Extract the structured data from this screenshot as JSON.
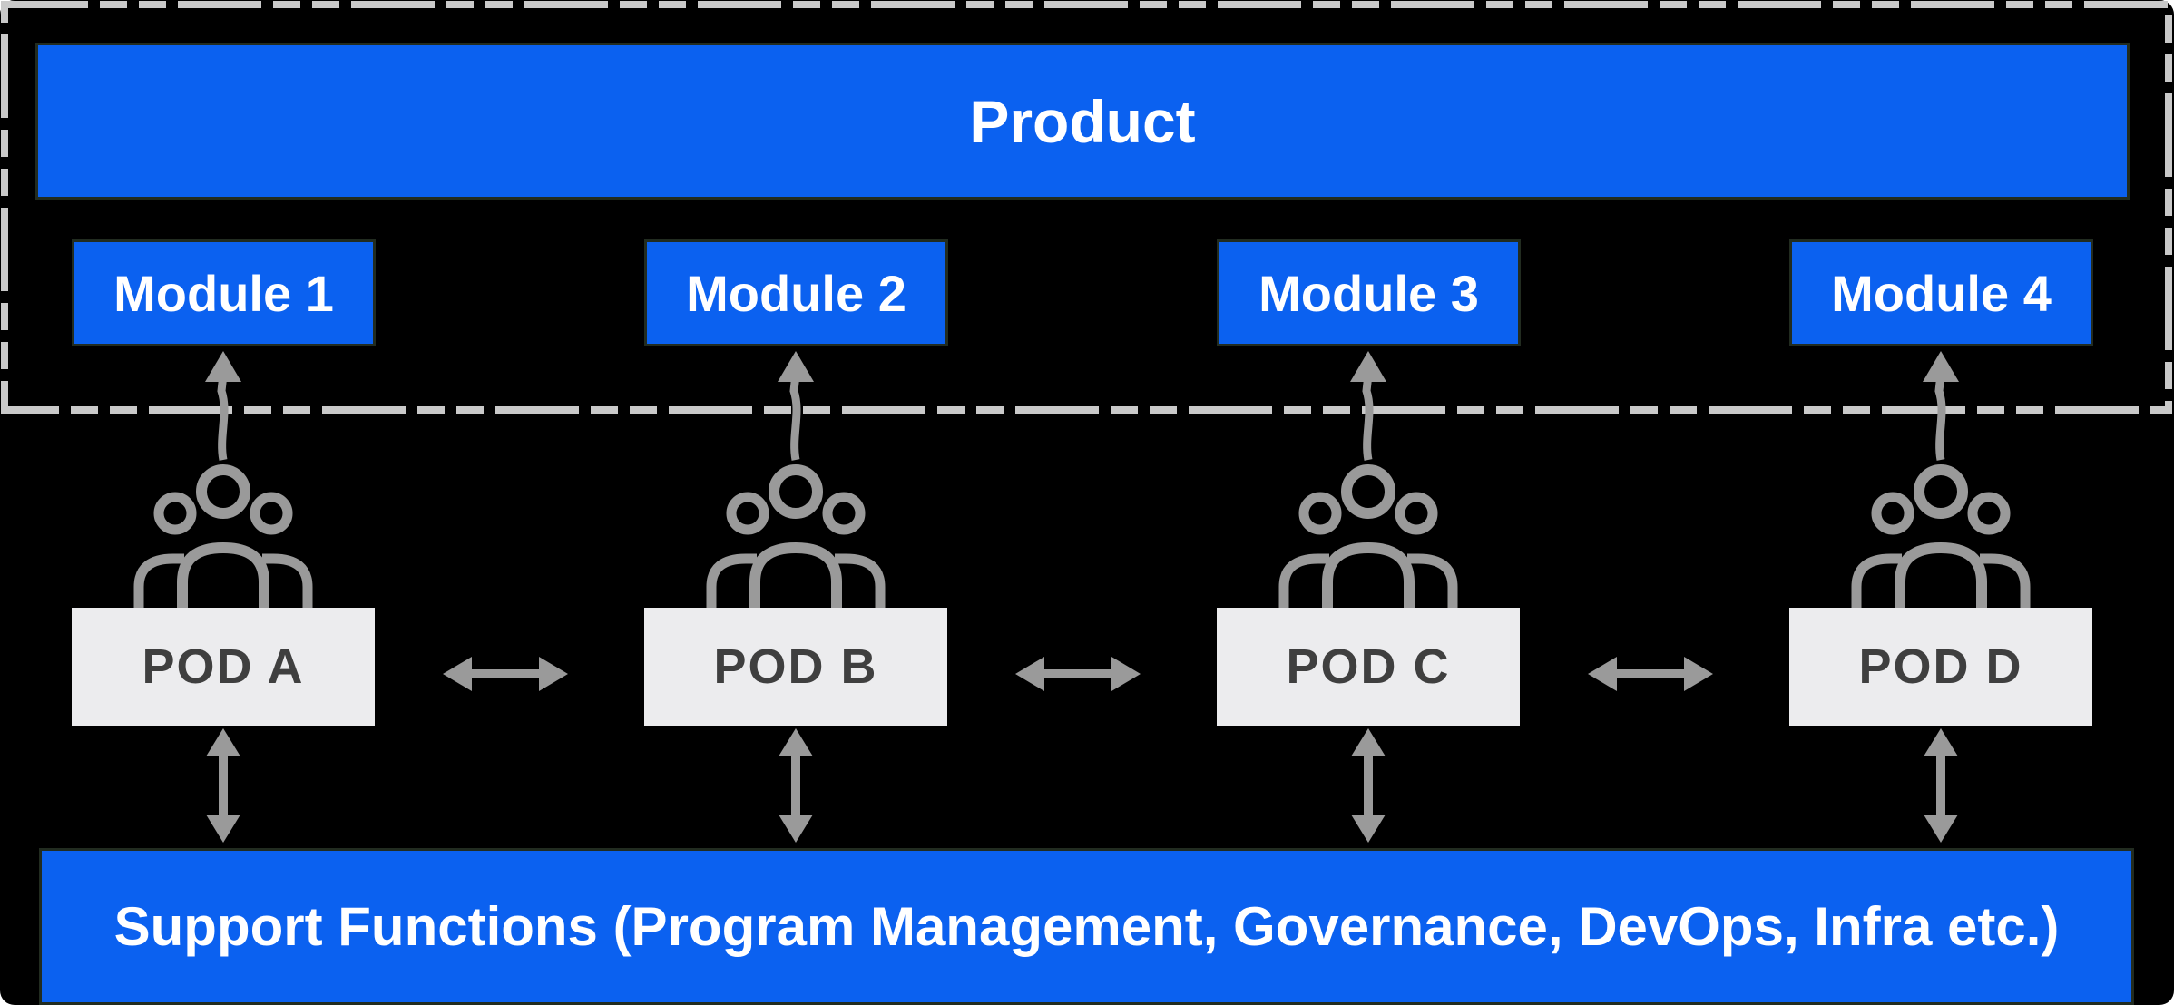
{
  "diagram": {
    "title_implied": "Product pod team structure",
    "product": {
      "label": "Product"
    },
    "modules": [
      {
        "label": "Module 1"
      },
      {
        "label": "Module 2"
      },
      {
        "label": "Module 3"
      },
      {
        "label": "Module 4"
      }
    ],
    "pods": [
      {
        "label": "POD A"
      },
      {
        "label": "POD B"
      },
      {
        "label": "POD C"
      },
      {
        "label": "POD D"
      }
    ],
    "support": {
      "label": "Support Functions (Program Management, Governance, DevOps, Infra etc.)"
    },
    "icon_names": [
      "team-icon",
      "up-arrow-icon",
      "double-arrow-horizontal-icon",
      "double-arrow-vertical-icon"
    ],
    "colors": {
      "background": "#000000",
      "primary_blue": "#0b61f0",
      "box_border_dark": "#222c20",
      "pod_fill": "#ececee",
      "pod_text": "#3f3f3f",
      "arrow_gray": "#9a9a9a",
      "dashed_boundary": "#c9c9c9",
      "text_white": "#ffffff"
    }
  }
}
